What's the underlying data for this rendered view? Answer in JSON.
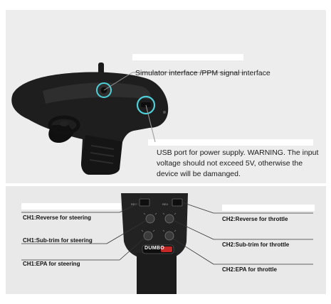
{
  "callouts": {
    "simulator": "Simulator interface /PPM signal interface",
    "usb": "USB port for power supply. WARNING. The input voltage should not exceed 5V, otherwise the device will be damanged."
  },
  "channels": {
    "ch1_reverse": "CH1:Reverse for steering",
    "ch1_subtrim": "CH1:Sub-trim for steering",
    "ch1_epa": "CH1:EPA for steering",
    "ch2_reverse": "CH2:Reverse for throttle",
    "ch2_subtrim": "CH2:Sub-trim for throttle",
    "ch2_epa": "CH2:EPA for throttle"
  },
  "device": {
    "logo": "DUMBO"
  },
  "colors": {
    "highlight": "#4fd0d8",
    "body": "#202020",
    "panel": "#ededed"
  }
}
